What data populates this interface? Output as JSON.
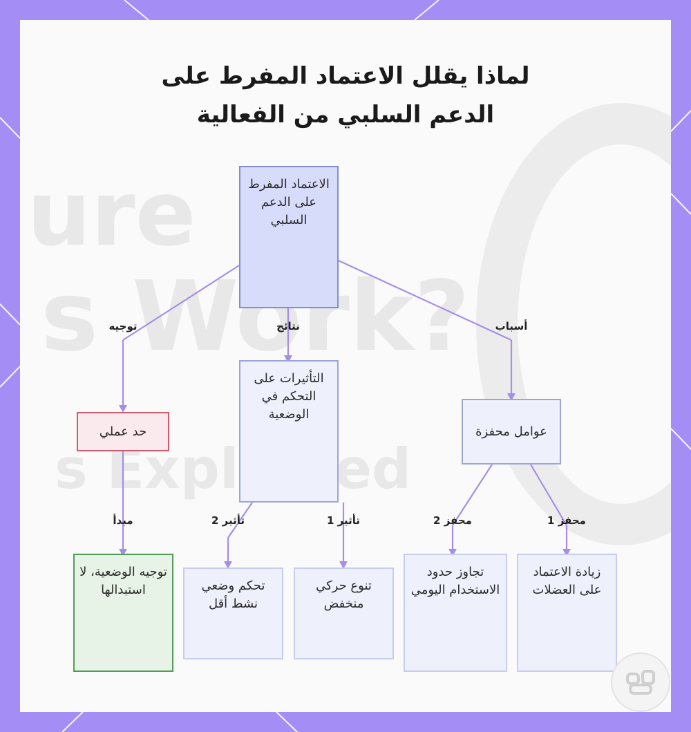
{
  "title": {
    "line1": "لماذا يقلل الاعتماد المفرط على",
    "line2": "الدعم السلبي من الفعالية"
  },
  "watermark": {
    "line1": "ure",
    "line2": "s Work?",
    "line3": "s Explained"
  },
  "nodes": {
    "root": {
      "label": "الاعتماد المفرط على الدعم السلبي"
    },
    "practical_limit": {
      "label": "حد عملي"
    },
    "posture_control_effects": {
      "label": "التأثيرات على التحكم في الوضعية"
    },
    "motivating_factors": {
      "label": "عوامل محفزة"
    },
    "guide_posture": {
      "label": "توجيه الوضعية، لا استبدالها"
    },
    "posture_control_less": {
      "label": "تحكم وضعي نشط أقل"
    },
    "reduced_movement": {
      "label": "تنوع حركي منخفض"
    },
    "exceed_daily_limits": {
      "label": "تجاوز حدود الاستخدام اليومي"
    },
    "muscle_reliance": {
      "label": "زيادة الاعتماد على العضلات"
    }
  },
  "edge_labels": {
    "guidance": "توجيه",
    "results": "نتائج",
    "causes": "أسباب",
    "principle": "مبدأ",
    "effect2": "تأثير 2",
    "effect1": "تأثير 1",
    "motivator2": "محفز 2",
    "motivator1": "محفز 1"
  },
  "colors": {
    "frame": "#a48ef5",
    "edge": "#a58ee6",
    "root_fill": "#d8dcfb",
    "node_fill": "#eef0fb",
    "red_border": "#cf5c6c",
    "green_border": "#4e9f55"
  },
  "icons": {
    "logo": "brand-logo-icon"
  }
}
